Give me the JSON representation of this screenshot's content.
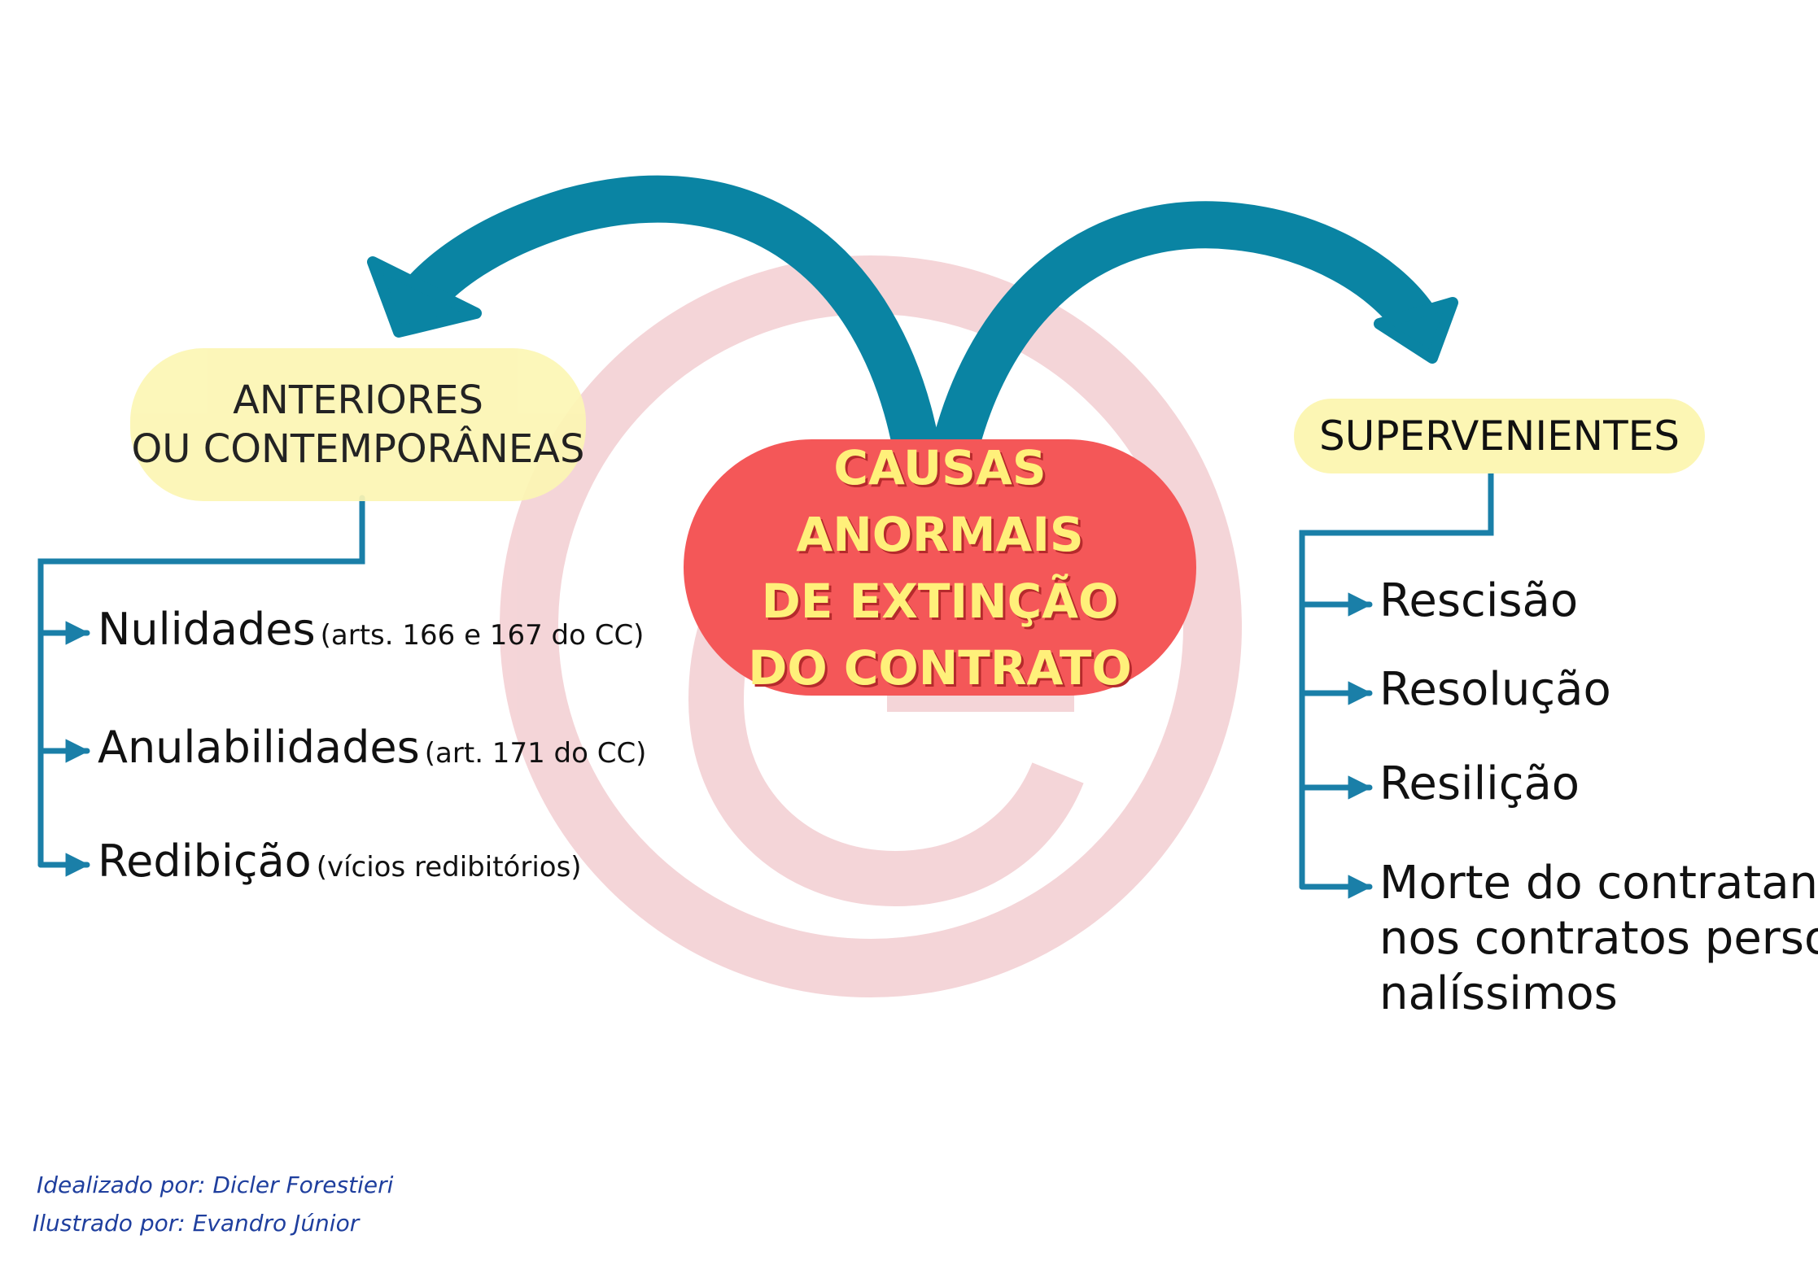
{
  "center": {
    "lines": [
      "CAUSAS ANORMAIS",
      "DE EXTINÇÃO",
      "DO CONTRATO"
    ]
  },
  "left": {
    "title_lines": [
      "ANTERIORES",
      "OU CONTEMPORÂNEAS"
    ],
    "items": [
      {
        "main": "Nulidades",
        "note": "(arts. 166 e 167 do CC)"
      },
      {
        "main": "Anulabilidades",
        "note": "(art. 171 do CC)"
      },
      {
        "main": "Redibição",
        "note": "(vícios redibitórios)"
      }
    ]
  },
  "right": {
    "title": "SUPERVENIENTES",
    "items": [
      "Rescisão",
      "Resolução",
      "Resilição"
    ],
    "last_item_lines": [
      "Morte do contratante,",
      "nos contratos perso -",
      "nalíssimos"
    ]
  },
  "credits": {
    "idealized": "Idealizado por: Dicler Forestieri",
    "illustrated": "Ilustrado por: Evandro Júnior"
  },
  "colors": {
    "arrow": "#0a84a3",
    "connector": "#1a7fa8",
    "center_fill": "#f45758",
    "center_text": "#fff07a",
    "pill_yellow": "#fcf6b4",
    "watermark": "#f4d3d6",
    "credits": "#1f3f9e"
  },
  "icons": {
    "watermark": "g-logo-watermark",
    "branch_arrows": "curved-arrow-icon",
    "connector_heads": "arrow-right-icon"
  }
}
